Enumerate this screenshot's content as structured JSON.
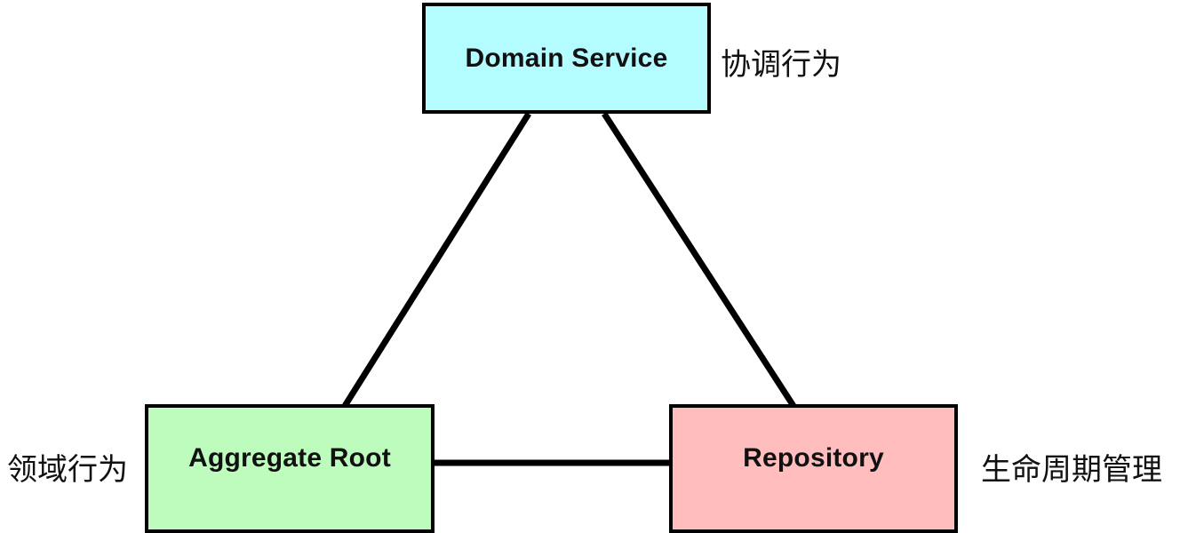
{
  "diagram": {
    "type": "ddd-tactical-pattern-triangle",
    "background_color": "#ffffff",
    "stroke_color": "#000000",
    "nodes": [
      {
        "id": "domain-service",
        "label": "Domain Service",
        "fill": "#b3fcff",
        "annotation": "协调行为"
      },
      {
        "id": "aggregate-root",
        "label": "Aggregate Root",
        "fill": "#bdfcbd",
        "annotation": "领域行为"
      },
      {
        "id": "repository",
        "label": "Repository",
        "fill": "#ffbdbd",
        "annotation": "生命周期管理"
      }
    ],
    "annotations": {
      "coordinate_behavior": "协调行为",
      "domain_behavior": "领域行为",
      "lifecycle_management": "生命周期管理"
    },
    "edges": [
      {
        "id": "edge-domain-service-aggregate-root",
        "from": "domain-service",
        "to": "aggregate-root"
      },
      {
        "id": "edge-domain-service-repository",
        "from": "domain-service",
        "to": "repository"
      },
      {
        "id": "edge-aggregate-root-repository",
        "from": "aggregate-root",
        "to": "repository"
      }
    ]
  }
}
